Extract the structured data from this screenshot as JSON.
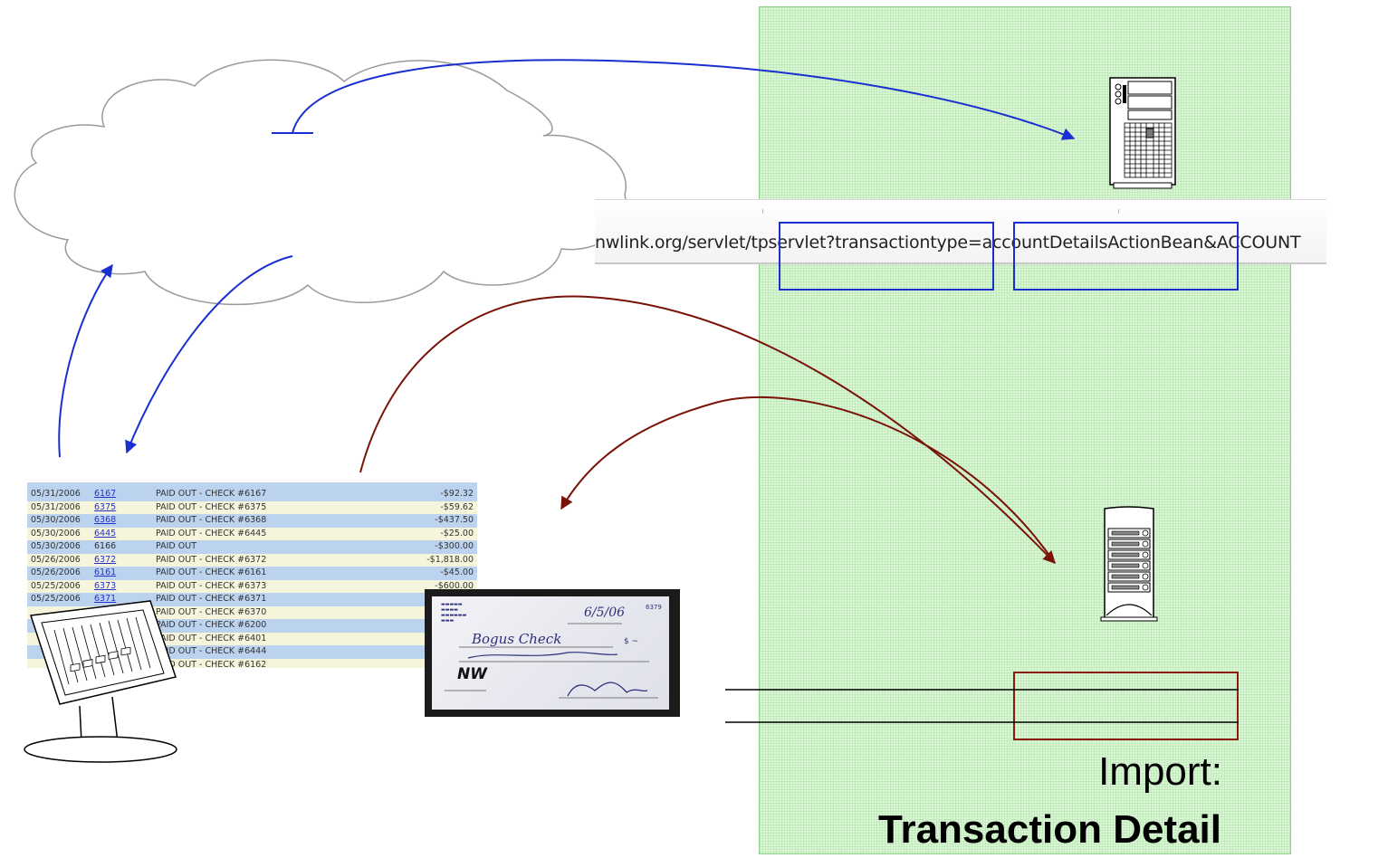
{
  "url_bar": {
    "text": "nwlink.org/servlet/tpservlet?transactiontype=accountDetailsActionBean&ACCOUNT"
  },
  "ledger": {
    "rows": [
      {
        "date": "05/31/2006",
        "check": "6167",
        "linked": true,
        "desc": "PAID OUT - CHECK #6167",
        "amount": "-$92.32"
      },
      {
        "date": "05/31/2006",
        "check": "6375",
        "linked": true,
        "desc": "PAID OUT - CHECK #6375",
        "amount": "-$59.62"
      },
      {
        "date": "05/30/2006",
        "check": "6368",
        "linked": true,
        "desc": "PAID OUT - CHECK #6368",
        "amount": "-$437.50"
      },
      {
        "date": "05/30/2006",
        "check": "6445",
        "linked": true,
        "desc": "PAID OUT - CHECK #6445",
        "amount": "-$25.00"
      },
      {
        "date": "05/30/2006",
        "check": "6166",
        "linked": false,
        "desc": "PAID OUT",
        "amount": "-$300.00"
      },
      {
        "date": "05/26/2006",
        "check": "6372",
        "linked": true,
        "desc": "PAID OUT - CHECK #6372",
        "amount": "-$1,818.00"
      },
      {
        "date": "05/26/2006",
        "check": "6161",
        "linked": true,
        "desc": "PAID OUT - CHECK #6161",
        "amount": "-$45.00"
      },
      {
        "date": "05/25/2006",
        "check": "6373",
        "linked": true,
        "desc": "PAID OUT - CHECK #6373",
        "amount": "-$600.00"
      },
      {
        "date": "05/25/2006",
        "check": "6371",
        "linked": true,
        "desc": "PAID OUT - CHECK #6371",
        "amount": ""
      },
      {
        "date": "",
        "check": "",
        "linked": false,
        "desc": "PAID OUT - CHECK #6370",
        "amount": ""
      },
      {
        "date": "",
        "check": "",
        "linked": false,
        "desc": "PAID OUT - CHECK #6200",
        "amount": ""
      },
      {
        "date": "",
        "check": "",
        "linked": false,
        "desc": "PAID OUT - CHECK #6401",
        "amount": ""
      },
      {
        "date": "",
        "check": "",
        "linked": false,
        "desc": "PAID OUT - CHECK #6444",
        "amount": ""
      },
      {
        "date": "",
        "check": "",
        "linked": false,
        "desc": "PAID OUT - CHECK #6162",
        "amount": ""
      }
    ]
  },
  "check_image": {
    "number": "6379",
    "date": "6/5/06",
    "payee": "Bogus Check",
    "bank_logo": "NW"
  },
  "caption": {
    "line1": "Import:",
    "line2": "Transaction Detail"
  },
  "colors": {
    "blue_arrow": "#1a2fd0",
    "red_arrow": "#7a1208",
    "zone_fill": "#d9f7d3"
  },
  "icons": [
    "cloud-icon",
    "server-tower-icon",
    "database-server-icon",
    "kiosk-terminal-icon"
  ]
}
